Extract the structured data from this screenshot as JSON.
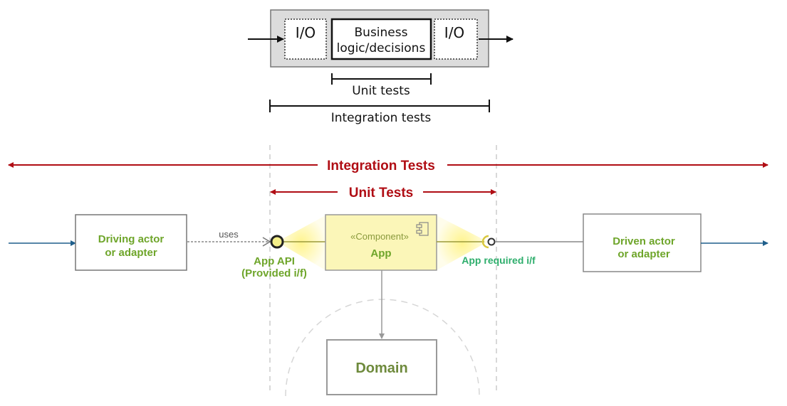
{
  "top_diagram": {
    "io_left": "I/O",
    "business_line1": "Business",
    "business_line2": "logic/decisions",
    "io_right": "I/O",
    "unit_tests": "Unit tests",
    "integration_tests": "Integration tests"
  },
  "scopes": {
    "integration": "Integration Tests",
    "unit": "Unit Tests"
  },
  "hexagonal": {
    "driving_line1": "Driving actor",
    "driving_line2": "or adapter",
    "uses": "uses",
    "app_api_line1": "App API",
    "app_api_line2": "(Provided i/f)",
    "component_stereotype": "«Component»",
    "component_name": "App",
    "app_required": "App required i/f",
    "driven_line1": "Driven actor",
    "driven_line2": "or adapter",
    "domain": "Domain"
  },
  "colors": {
    "scope_red": "#b00d14",
    "actor_green": "#6ea52a",
    "required_teal": "#2eae6c",
    "domain_green": "#6e8a3c",
    "flow_blue": "#1f5f8b",
    "component_fill": "#fbf6b8"
  }
}
